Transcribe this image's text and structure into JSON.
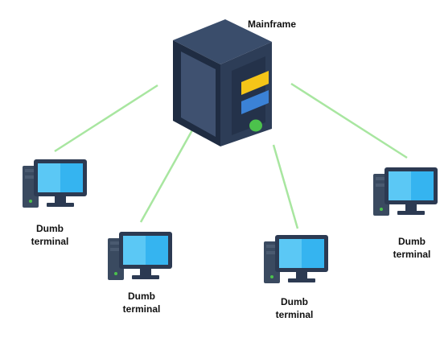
{
  "mainframe": {
    "label": "Mainframe",
    "icon": "server-tower-icon"
  },
  "terminals": [
    {
      "line1": "Dumb",
      "line2": "terminal",
      "icon": "desktop-computer-icon"
    },
    {
      "line1": "Dumb",
      "line2": "terminal",
      "icon": "desktop-computer-icon"
    },
    {
      "line1": "Dumb",
      "line2": "terminal",
      "icon": "desktop-computer-icon"
    },
    {
      "line1": "Dumb",
      "line2": "terminal",
      "icon": "desktop-computer-icon"
    }
  ],
  "colors": {
    "connector": "#a8e6a0",
    "server_body": "#2d3d57",
    "server_side": "#1f2c42",
    "server_top": "#3a4d6b",
    "server_panel": "#3f5170",
    "server_yellow": "#f5c518",
    "server_blue": "#3b82d6",
    "server_green": "#4cc24c",
    "monitor_screen": "#35b4f0",
    "monitor_screen_light": "#5bc8f5",
    "monitor_frame": "#2c3a52",
    "tower_body": "#4a5a70",
    "tower_dark": "#3a4a60"
  }
}
